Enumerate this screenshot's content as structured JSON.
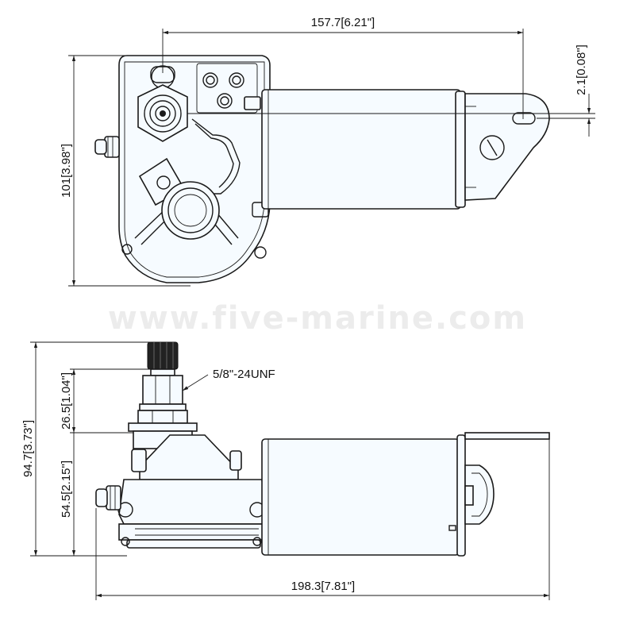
{
  "watermark": "www.five-marine.com",
  "top_view": {
    "width_dim": "157.7[6.21\"]",
    "height_dim": "101[3.98\"]",
    "offset_dim": "2.1[0.08\"]"
  },
  "side_view": {
    "thread_label": "5/8\"-24UNF",
    "overall_height_dim": "94.7[3.73\"]",
    "shaft_height_dim": "26.5[1.04\"]",
    "body_height_dim": "54.5[2.15\"]",
    "length_dim": "198.3[7.81\"]"
  }
}
